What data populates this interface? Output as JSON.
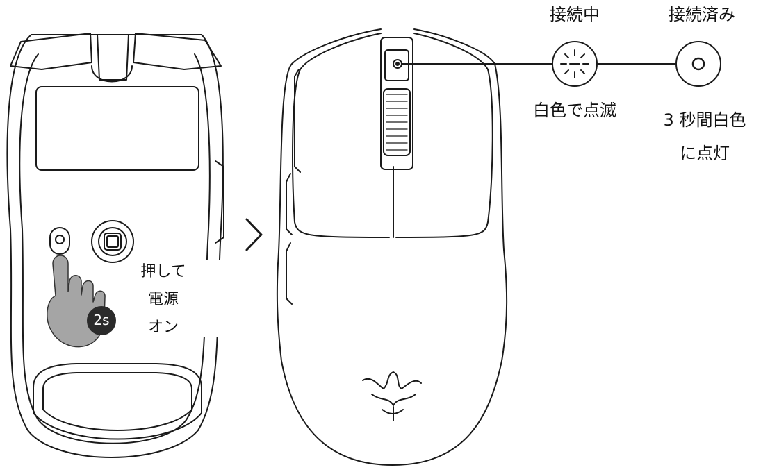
{
  "power_instruction": {
    "line1": "押して",
    "line2": "電源",
    "line3": "オン",
    "hold_time": "2s"
  },
  "status_connecting": {
    "title": "接続中",
    "description": "白色で点滅"
  },
  "status_connected": {
    "title": "接続済み",
    "description_line1": "3 秒間白色",
    "description_line2": "に点灯"
  },
  "arrow_icon": "chevron-right-icon",
  "colors": {
    "line": "#1a1a1a",
    "finger_fill": "#a5a5a5",
    "badge_fill": "#2b2b2b",
    "badge_text": "#ffffff"
  }
}
